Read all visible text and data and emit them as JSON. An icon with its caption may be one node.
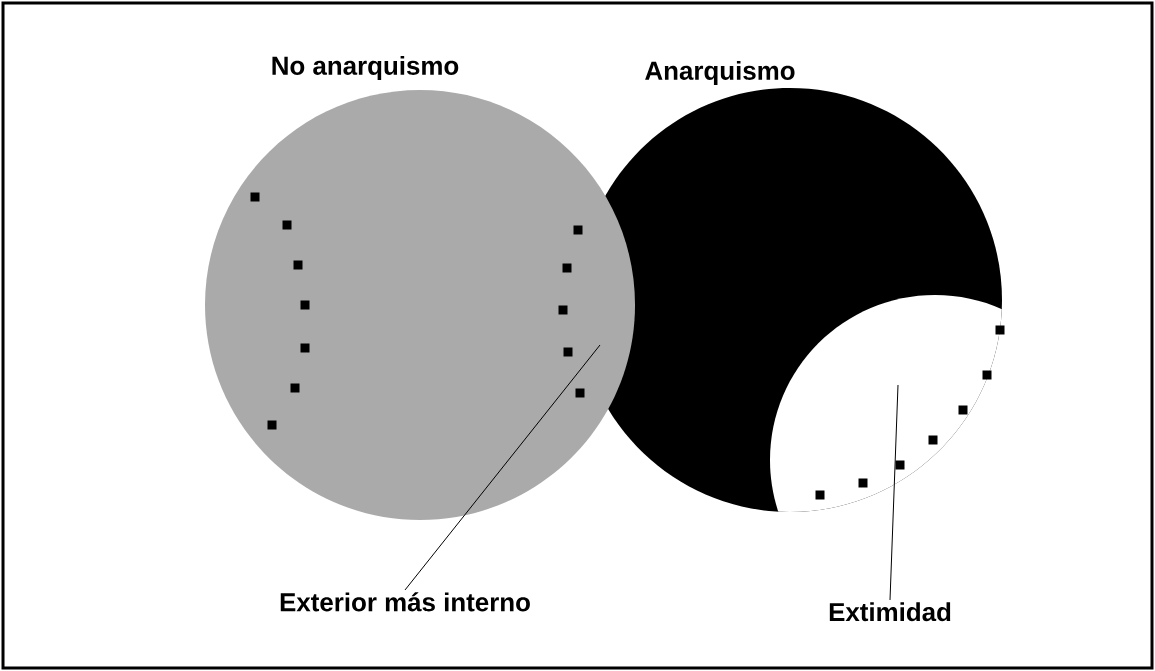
{
  "diagram": {
    "nodes": [
      {
        "text": [
          "No anarquismo"
        ]
      },
      {
        "text": [
          "Anarquismo"
        ]
      },
      {
        "text": [
          "Exterior más interno"
        ]
      },
      {
        "text": [
          "Extimidad"
        ]
      }
    ],
    "edges": [
      {
        "from": 2,
        "to": 1,
        "arrow": "none"
      },
      {
        "from": 3,
        "to": 1,
        "arrow": "none"
      }
    ]
  }
}
